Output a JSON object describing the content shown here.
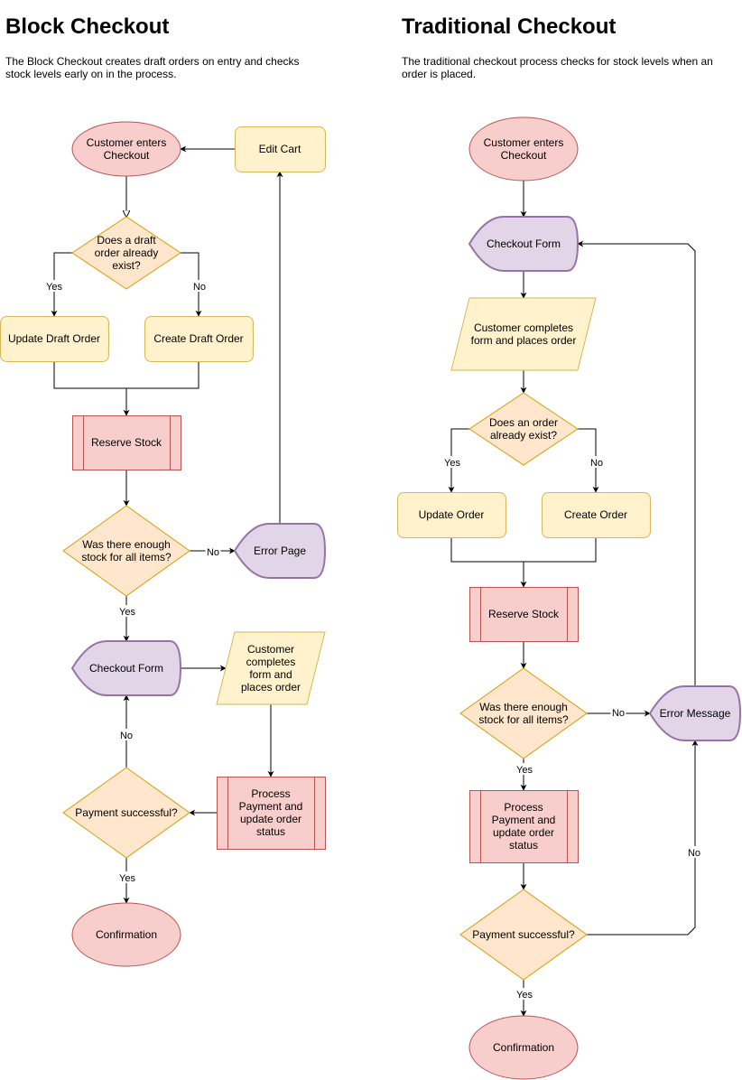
{
  "left": {
    "title": "Block Checkout",
    "description": "The Block Checkout creates draft orders on entry and checks stock levels early on in the process.",
    "nodes": {
      "customer_enters": "Customer enters Checkout",
      "edit_cart": "Edit Cart",
      "draft_exists": "Does a draft order already exist?",
      "update_draft": "Update Draft Order",
      "create_draft": "Create Draft Order",
      "reserve_stock": "Reserve Stock",
      "enough_stock": "Was there enough stock for all items?",
      "error_page": "Error Page",
      "checkout_form": "Checkout Form",
      "customer_completes": "Customer completes form and places order",
      "process_payment": "Process Payment and update order status",
      "payment_successful": "Payment successful?",
      "confirmation": "Confirmation"
    },
    "labels": {
      "yes_draft": "Yes",
      "no_draft": "No",
      "no_stock": "No",
      "yes_stock": "Yes",
      "no_payment": "No",
      "yes_payment": "Yes"
    }
  },
  "right": {
    "title": "Traditional Checkout",
    "description": "The traditional checkout process checks for stock levels when an order is placed.",
    "nodes": {
      "customer_enters": "Customer enters Checkout",
      "checkout_form": "Checkout Form",
      "customer_completes": "Customer completes form and places order",
      "order_exists": "Does an order already exist?",
      "update_order": "Update Order",
      "create_order": "Create Order",
      "reserve_stock": "Reserve Stock",
      "enough_stock": "Was there enough stock for all items?",
      "error_message": "Error Message",
      "process_payment": "Process Payment and update order status",
      "payment_successful": "Payment successful?",
      "confirmation": "Confirmation"
    },
    "labels": {
      "yes_order": "Yes",
      "no_order": "No",
      "no_stock": "No",
      "yes_stock": "Yes",
      "no_payment": "No",
      "yes_payment": "Yes"
    }
  },
  "colors": {
    "ellipse_fill": "#f8cecc",
    "ellipse_stroke": "#b85450",
    "box_fill": "#fff2cc",
    "box_stroke": "#d6b656",
    "diamond_fill": "#ffe6cc",
    "diamond_stroke": "#d79b00",
    "display_fill": "#e1d5e7",
    "display_stroke": "#9673a6",
    "edge": "#000000"
  }
}
